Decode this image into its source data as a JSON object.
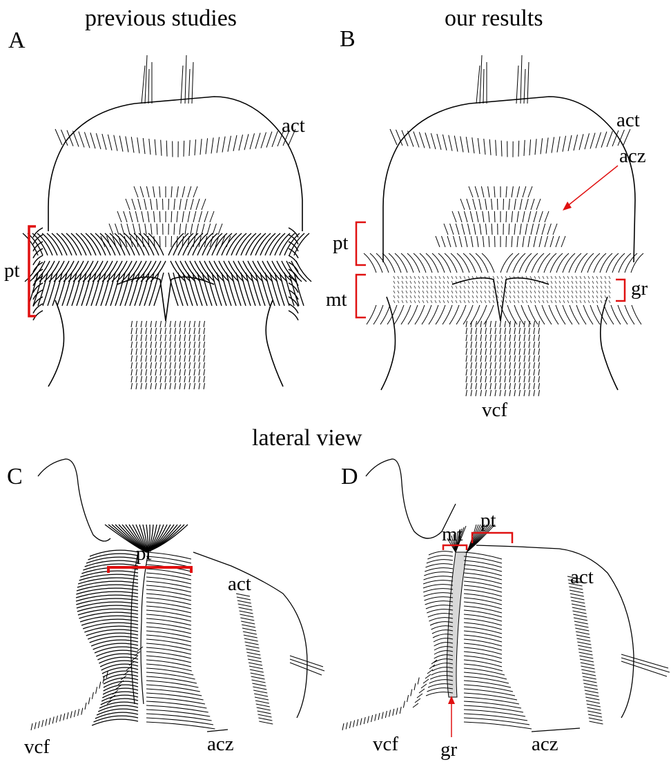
{
  "headings": {
    "top_left": "previous studies",
    "top_right": "our results",
    "middle": "lateral view"
  },
  "panels": {
    "A": {
      "letter": "A",
      "labels": [
        "act",
        "pt"
      ]
    },
    "B": {
      "letter": "B",
      "labels": [
        "act",
        "acz",
        "pt",
        "gr",
        "mt",
        "vcf"
      ]
    },
    "C": {
      "letter": "C",
      "labels": [
        "pt",
        "act",
        "vcf",
        "acz"
      ]
    },
    "D": {
      "letter": "D",
      "labels": [
        "mt",
        "pt",
        "act",
        "gr",
        "vcf",
        "acz"
      ]
    }
  },
  "colors": {
    "drawing": "#000000",
    "annotation": "#e01010",
    "background": "#ffffff"
  }
}
